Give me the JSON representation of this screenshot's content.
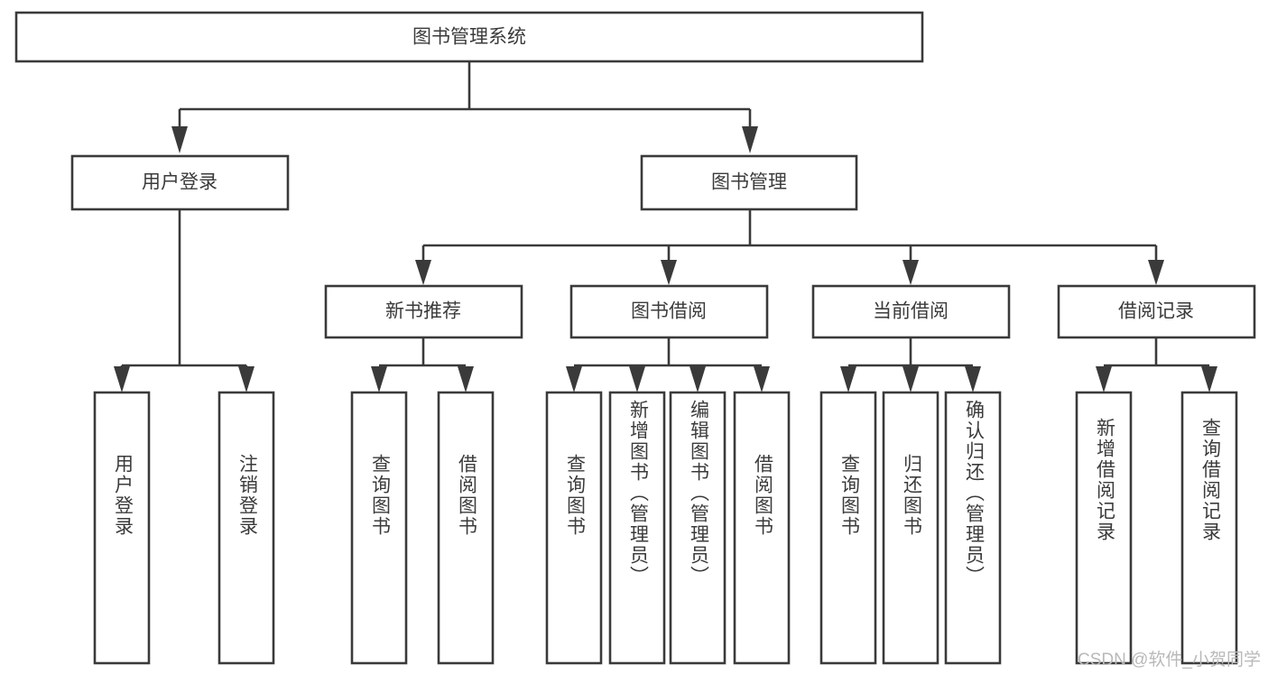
{
  "diagram": {
    "title": "图书管理系统",
    "type": "hierarchy-tree",
    "watermark": "CSDN @软件_小贺同学",
    "colors": {
      "stroke": "#3a3a3a",
      "box_fill": "#ffffff",
      "text": "#3b3b3b",
      "background": "#ffffff",
      "watermark": "#b9b9b9"
    },
    "root": {
      "label": "图书管理系统"
    },
    "level2": [
      {
        "label": "用户登录"
      },
      {
        "label": "图书管理"
      }
    ],
    "level3": [
      {
        "label": "新书推荐"
      },
      {
        "label": "图书借阅"
      },
      {
        "label": "当前借阅"
      },
      {
        "label": "借阅记录"
      }
    ],
    "leaves": {
      "user_login": [
        {
          "label": "用户登录"
        },
        {
          "label": "注销登录"
        }
      ],
      "new_book_recommend": [
        {
          "label": "查询图书"
        },
        {
          "label": "借阅图书"
        }
      ],
      "book_borrow": [
        {
          "label": "查询图书"
        },
        {
          "label": "新增图书（管理员）"
        },
        {
          "label": "编辑图书（管理员）"
        },
        {
          "label": "借阅图书"
        }
      ],
      "current_borrow": [
        {
          "label": "查询图书"
        },
        {
          "label": "归还图书"
        },
        {
          "label": "确认归还（管理员）"
        }
      ],
      "borrow_record": [
        {
          "label": "新增借阅记录"
        },
        {
          "label": "查询借阅记录"
        }
      ]
    }
  }
}
